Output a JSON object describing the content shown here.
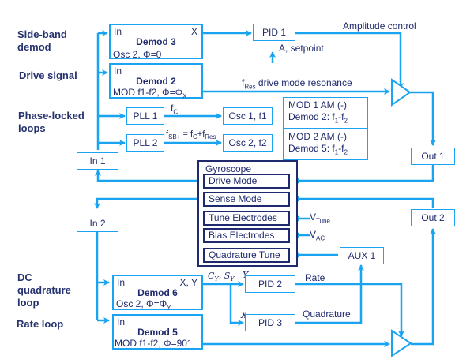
{
  "colors": {
    "line": "#1aa3f0",
    "dark": "#1f2a6e",
    "label": "#26336f"
  },
  "row_labels": {
    "sideband": "Side-band demod",
    "drive": "Drive signal",
    "pll": "Phase-locked loops",
    "dcquad": "DC quadrature loop",
    "rate": "Rate loop"
  },
  "demods": {
    "d3": {
      "in": "In",
      "out": "X",
      "title": "Demod 3",
      "sub": "Osc 2, Φ=0"
    },
    "d2": {
      "in": "In",
      "title": "Demod 2",
      "sub": "MOD f1-f2, Φ=Φ",
      "sub_index": "X"
    },
    "d6": {
      "in": "In",
      "out": "X, Y",
      "title": "Demod 6",
      "sub": "Osc 2, Φ=Φ",
      "sub_index": "Y"
    },
    "d5": {
      "in": "In",
      "title": "Demod 5",
      "sub": "MOD f1-f2, Φ=90°"
    }
  },
  "blocks": {
    "pid1": "PID 1",
    "pid2": "PID 2",
    "pid3": "PID 3",
    "pll1": "PLL 1",
    "pll2": "PLL 2",
    "osc1": "Osc 1, f1",
    "osc2": "Osc 2, f2",
    "in1": "In 1",
    "in2": "In 2",
    "out1": "Out 1",
    "out2": "Out 2",
    "aux1": "AUX 1"
  },
  "notes": {
    "mod1_l1": "MOD 1  AM (-)",
    "mod1_l2": "Demod 2:  f",
    "mod1_a": "1",
    "mod1_m": "-f",
    "mod1_b": "2",
    "mod2_l1": "MOD 2 AM (-)",
    "mod2_l2": "Demod 5:  f",
    "mod2_a": "1",
    "mod2_m": "-f",
    "mod2_b": "2"
  },
  "gyroscope": {
    "title": "Gyroscope",
    "items": [
      "Drive Mode",
      "Sense Mode",
      "Tune Electrodes",
      "Bias Electrodes",
      "Quadrature Tune"
    ]
  },
  "signals": {
    "amplitude_control": "Amplitude control",
    "setpoint": "A, setpoint",
    "fres_f": "f",
    "fres_sub": "Res",
    "fres_rest": " drive mode resonance",
    "fc_f": "f",
    "fc_sub": "C",
    "fsb_f": "f",
    "fsb_sub": "SB+",
    "fsb_eq": " = f",
    "fsb_c": "C",
    "fsb_plus": "+f",
    "fsb_res": "Res",
    "vtune_v": "V",
    "vtune_sub": "Tune",
    "vac_v": "V",
    "vac_sub": "AC",
    "cy": "C",
    "cy_sub": "Y",
    "sy": "S",
    "sy_sub": "Y",
    "y": "Y",
    "x": "X",
    "rate": "Rate",
    "quadrature": "Quadrature"
  }
}
